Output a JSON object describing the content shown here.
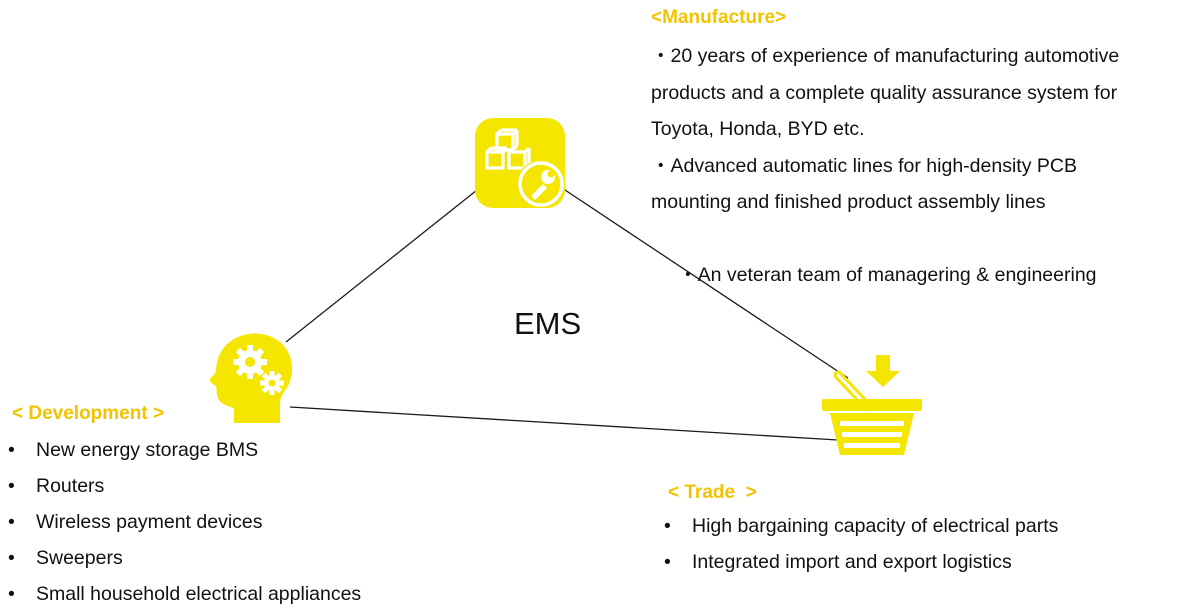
{
  "center": {
    "label": "EMS"
  },
  "colors": {
    "accent": "#f2c400",
    "icon_fill": "#f4e600",
    "line": "#1a1a1a"
  },
  "manufacture": {
    "heading": "<Manufacture>",
    "icon": "boxes-wrench-icon",
    "paragraphs": [
      {
        "lines": [
          "・20 years of experience of manufacturing automotive",
          "products and a complete quality assurance system for",
          "Toyota, Honda, BYD etc."
        ]
      },
      {
        "lines": [
          "・Advanced automatic lines for high-density PCB",
          "mounting and finished product assembly lines"
        ]
      },
      {
        "lines": [
          " ・An veteran team of managering & engineering"
        ]
      }
    ]
  },
  "development": {
    "heading": "< Development >",
    "icon": "head-gears-icon",
    "items": [
      "New energy storage BMS",
      "Routers",
      "Wireless payment devices",
      "Sweepers",
      "Small household electrical appliances"
    ]
  },
  "trade": {
    "heading": "< Trade  >",
    "icon": "shopping-basket-icon",
    "items": [
      "High bargaining capacity of electrical parts",
      "Integrated import and export logistics"
    ]
  }
}
